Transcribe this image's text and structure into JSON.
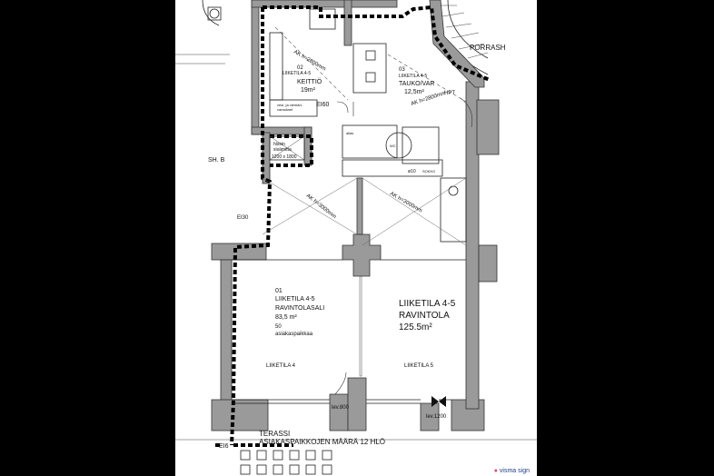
{
  "rooms": {
    "keittio": {
      "name": "LIIKETILA 4-5",
      "no": "02",
      "label": "KEITTIÖ",
      "area": "19m²"
    },
    "tauko": {
      "no": "03",
      "name": "LIIKETILA 4-5",
      "label": "TAUKO/VAR",
      "area": "12,5m²"
    },
    "ravintolasali": {
      "no": "01",
      "name": "LIIKETILA 4-5",
      "label": "RAVINTOLASALI",
      "area": "83,5 m²",
      "seats": "50",
      "seats_label": "asiakaspaikkaa"
    },
    "ravintola": {
      "name": "LIIKETILA 4-5",
      "label": "RAVINTOLA",
      "area": "125.5m²"
    }
  },
  "labels": {
    "liiketila4": "LIIKETILA 4",
    "liiketila5": "LIIKETILA 5",
    "terassi": "TERASSI",
    "terassi_seats": "ASIAKASPAIKKOJEN MÄÄRÄ 12 HLÖ",
    "porras": "PORRASH",
    "shb": "SH. B",
    "ei60": "EI60",
    "ei30": "EI30",
    "ei6": "EI6",
    "hpt": "HPT",
    "lev800": "lev.800",
    "lev1200": "lev.1200",
    "ak_h_2800_a": "AK h=2800mm",
    "ak_h_2800_b": "AK h=2800mm",
    "ak_h_3000_a": "AK h=3000mm",
    "ak_h_3000_b": "AK h=3000mm",
    "hissin": "hissin",
    "sisamitta": "sisämitta",
    "hissi_size": "1200 x 1800",
    "lavuaari": "allas",
    "wc": "WC",
    "soxo": "SOKKO",
    "d10": "ø10",
    "vesipiste": "vesi- ja viemäri-",
    "varaukset": "varaukset"
  },
  "branding": {
    "visma": "visma sign"
  }
}
